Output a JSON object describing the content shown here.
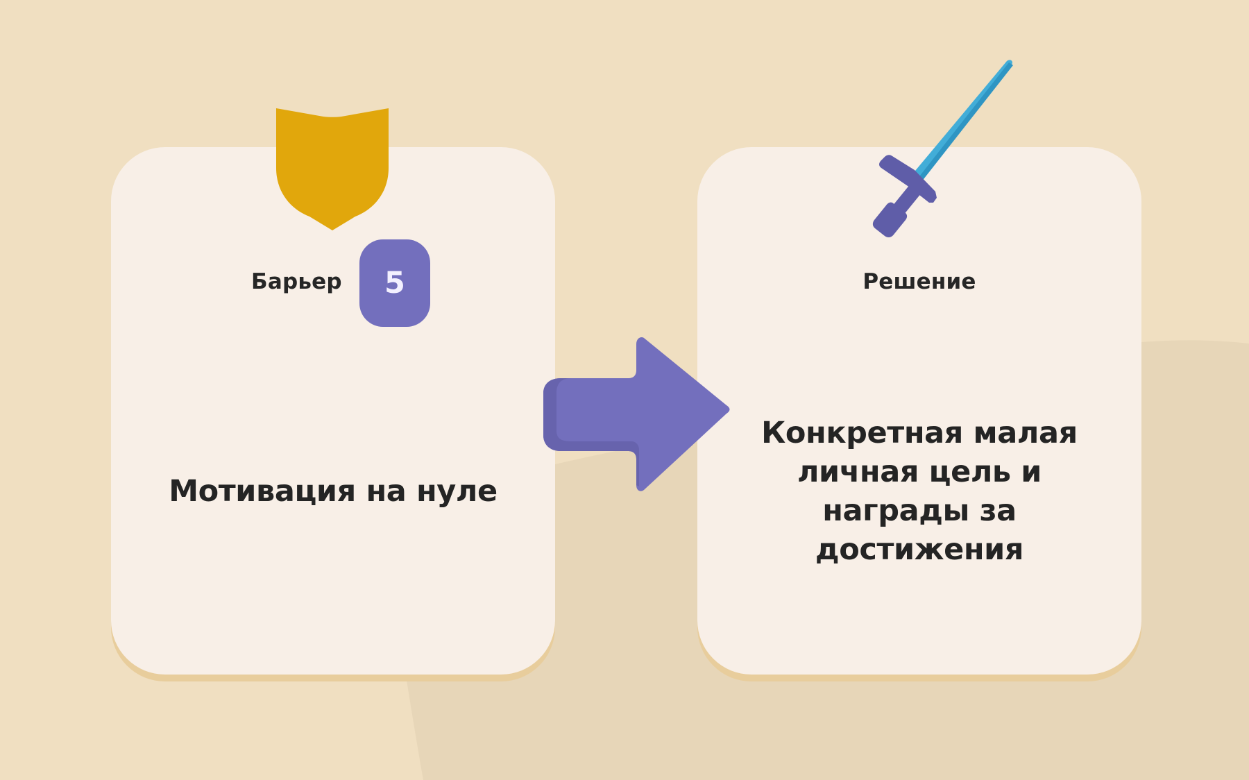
{
  "left_card": {
    "label": "Барьер",
    "badge": "5",
    "text": "Мотивация на нуле"
  },
  "right_card": {
    "label": "Решение",
    "text": "Конкретная малая личная цель и награды за достижения"
  },
  "icons": {
    "left": "shield-icon",
    "center": "arrow-right-icon",
    "right": "sword-icon"
  },
  "colors": {
    "background": "#f0dfc1",
    "card": "#f8efe7",
    "card_shadow": "#e8cd9c",
    "accent_purple": "#736fbd",
    "shield_gold": "#e1a70c",
    "blade_blue": "#42add8",
    "text": "#242424"
  }
}
